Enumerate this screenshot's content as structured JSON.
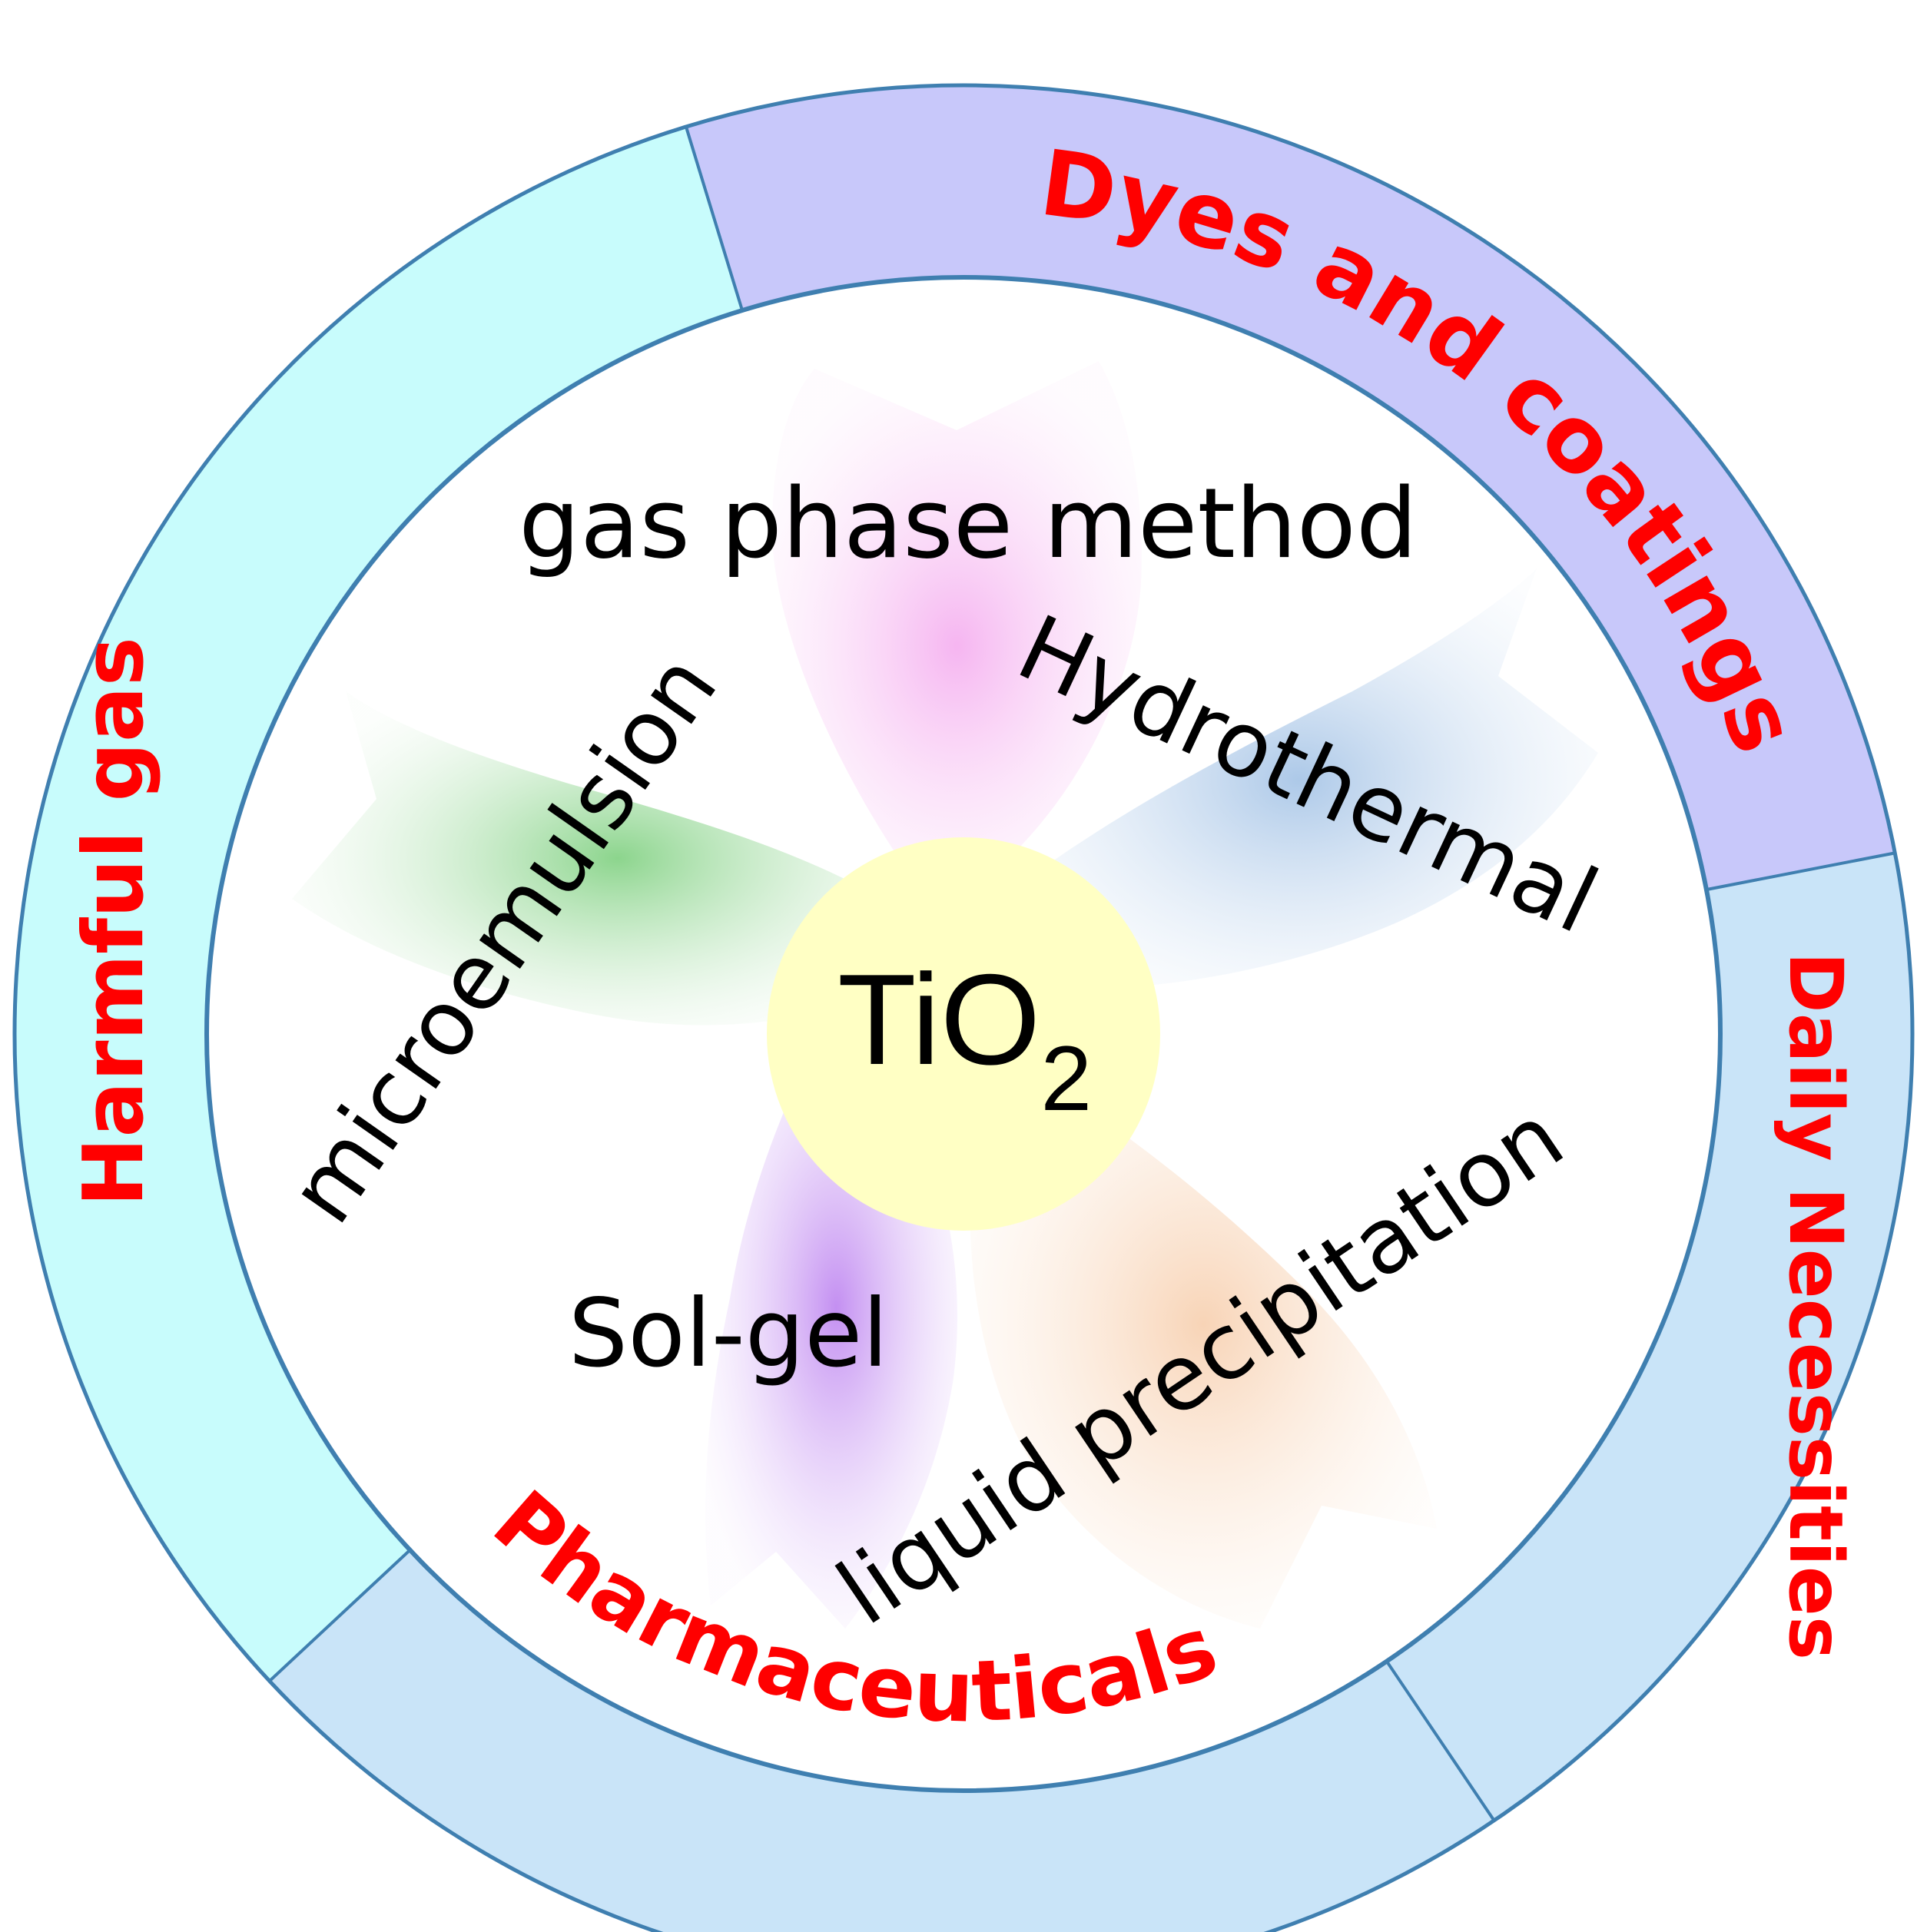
{
  "colors": {
    "ring_outline": "#3f7fb0",
    "app_text": "#ff0000",
    "center_fill": "#ffffc4",
    "dyes_band": "#c8c8fa",
    "daily_band": "#c9e4f8",
    "pharma_band": "#c9e4f8",
    "harmful_band": "#c8fcfc"
  },
  "center": {
    "label": "TiO",
    "subscript": "2"
  },
  "methods": [
    {
      "label": "gas phase method",
      "petal_color": "#f6b0f0"
    },
    {
      "label": "Hydrothermal",
      "petal_color": "#a8c6e6"
    },
    {
      "label": "liquid precipitation",
      "petal_color": "#f6cfaf"
    },
    {
      "label": "Sol-gel",
      "petal_color": "#c58ff2"
    },
    {
      "label": "microemulsion",
      "petal_color": "#86d488"
    }
  ],
  "applications": [
    {
      "label": "Dyes and coatings"
    },
    {
      "label": "Daily Necessities"
    },
    {
      "label": "Pharmaceuticals"
    },
    {
      "label": "Harmful gas"
    }
  ]
}
